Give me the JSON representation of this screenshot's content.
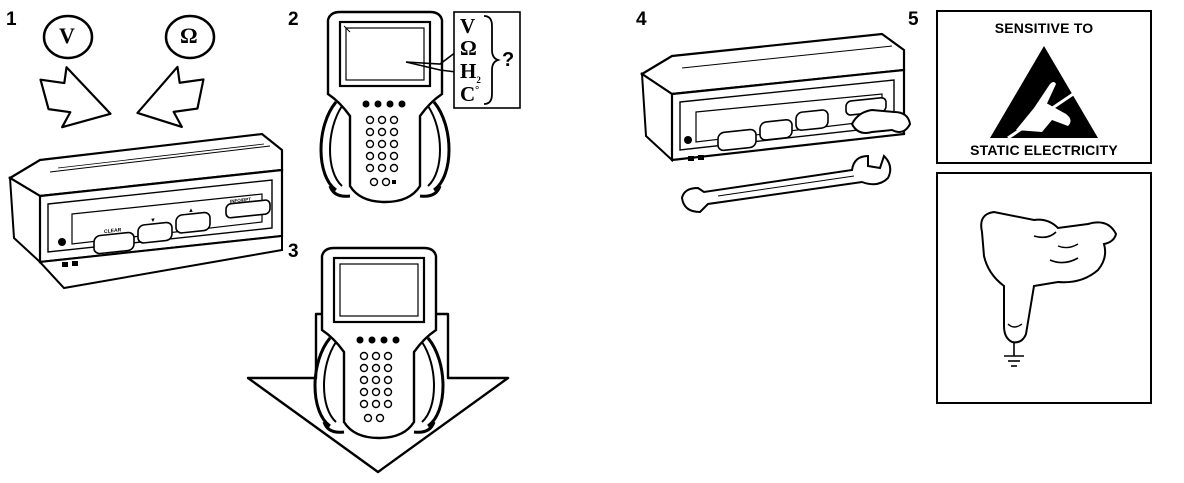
{
  "steps": [
    {
      "number": "1"
    },
    {
      "number": "2"
    },
    {
      "number": "3"
    },
    {
      "number": "4"
    },
    {
      "number": "5"
    }
  ],
  "step1": {
    "voltage_symbol": "V",
    "ohm_symbol": "Ω"
  },
  "step2": {
    "measurements": [
      {
        "symbol": "V",
        "sub": ""
      },
      {
        "symbol": "Ω",
        "sub": ""
      },
      {
        "symbol": "H",
        "sub": "2"
      },
      {
        "symbol": "C",
        "sub": "°"
      }
    ],
    "question": "?"
  },
  "radio": {
    "button_labels": [
      "CLEAR",
      "▼",
      "▲",
      "INFO/RPT"
    ]
  },
  "esd_warning": {
    "top_text": "SENSITIVE TO",
    "bottom_text": "STATIC ELECTRICITY"
  },
  "colors": {
    "ink": "#000000",
    "paper": "#ffffff"
  }
}
